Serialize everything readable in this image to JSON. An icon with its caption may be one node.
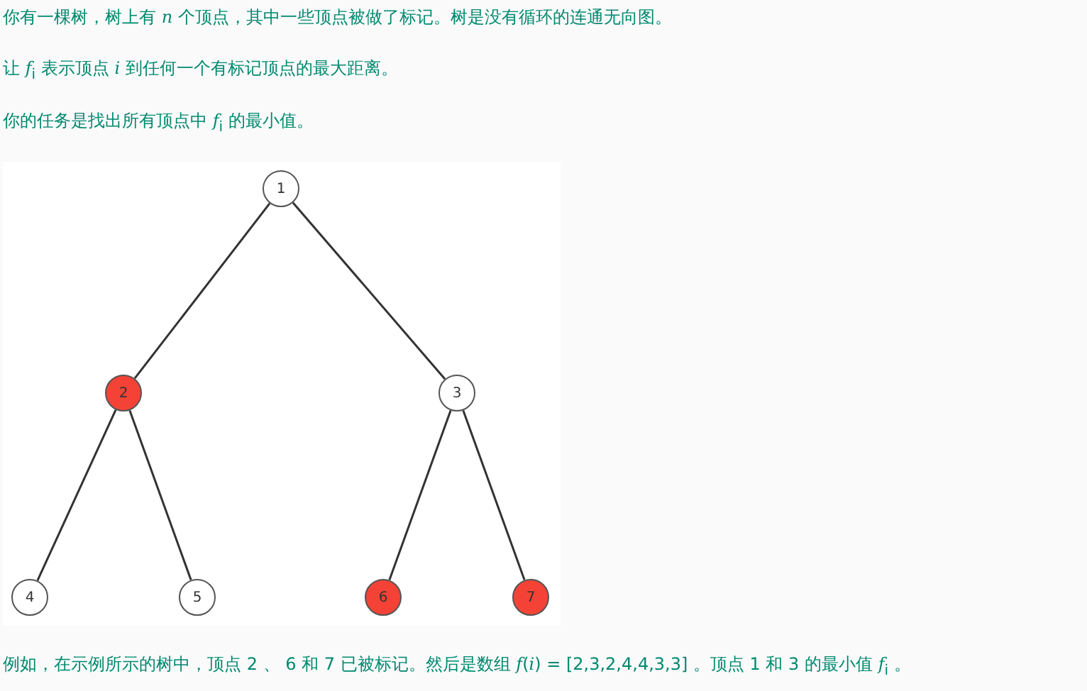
{
  "diagram": {
    "nodes": [
      {
        "text": [
          "1"
        ]
      },
      {
        "text": [
          "2"
        ]
      },
      {
        "text": [
          "3"
        ]
      },
      {
        "text": [
          "4"
        ]
      },
      {
        "text": [
          "5"
        ]
      },
      {
        "text": [
          "6"
        ]
      },
      {
        "text": [
          "7"
        ]
      }
    ],
    "edges": [
      {
        "from": 0,
        "to": 1,
        "arrow": "none"
      },
      {
        "from": 0,
        "to": 2,
        "arrow": "none"
      },
      {
        "from": 1,
        "to": 3,
        "arrow": "none"
      },
      {
        "from": 1,
        "to": 4,
        "arrow": "none"
      },
      {
        "from": 2,
        "to": 5,
        "arrow": "none"
      },
      {
        "from": 2,
        "to": 6,
        "arrow": "none"
      }
    ],
    "labels": [
      "你有一棵树，树上有 *n* 个顶点，其中一些顶点被做了标记。树是没有循环的连通无向图。",
      "让 *f*$_{i}$ 表示顶点 *i* 到任何一个有标记顶点的最大距离。",
      "你的任务是找出所有顶点中 *f*$_{i}$ 的最小值。",
      "例如，在示例所示的树中，顶点 2 、 6 和 7 已被标记。然后是数组 *f*(*i*) = [2,3,2,4,4,3,3] 。顶点 1 和 3 的最小值 *f*$_{i}$ 。"
    ]
  }
}
